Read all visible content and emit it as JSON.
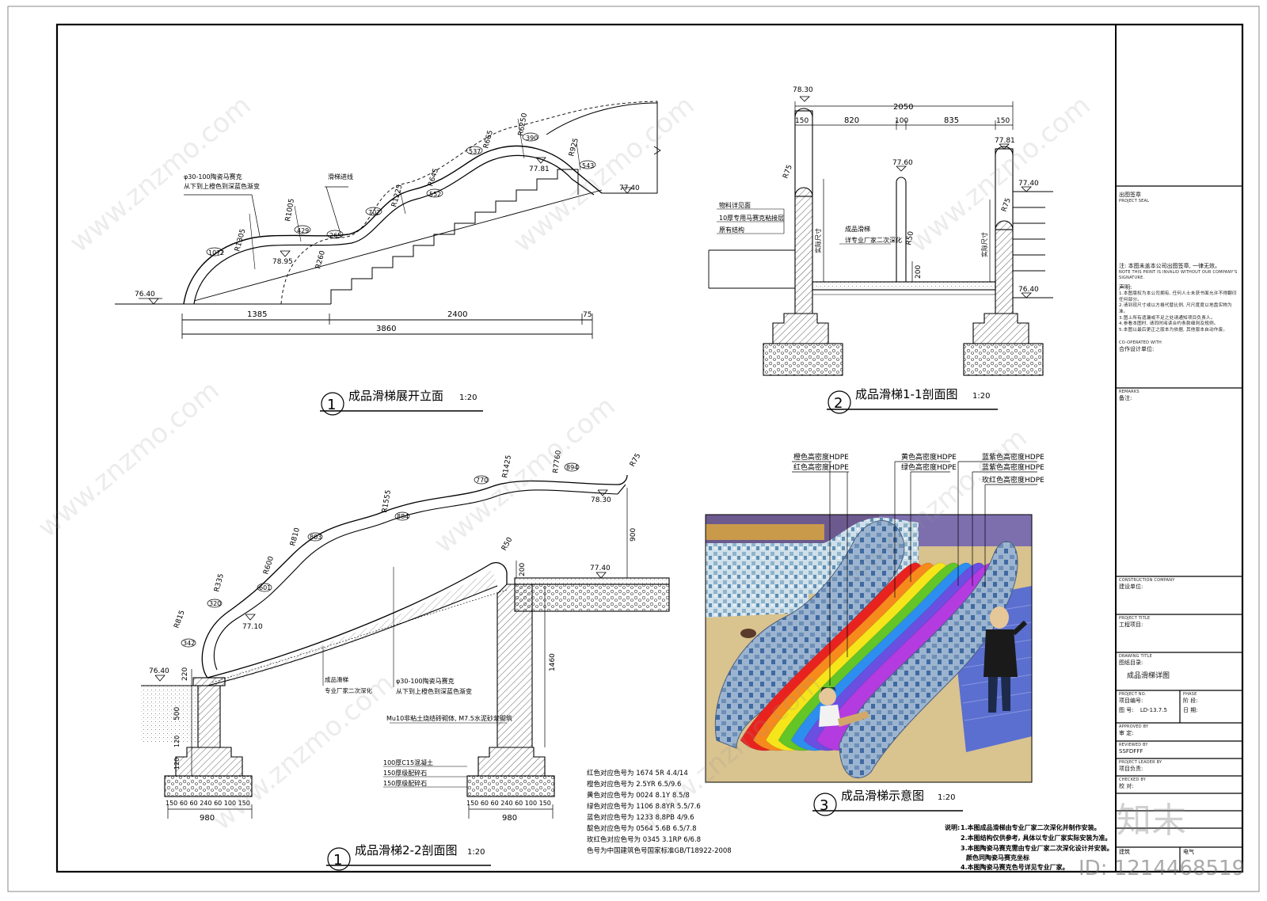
{
  "drawing1": {
    "num": "1",
    "title": "成品滑梯展开立面",
    "scale": "1:20",
    "labels": {
      "mosaic1": "φ30-100陶瓷马赛克",
      "mosaic2": "从下到上橙色到深蓝色渐变",
      "slidepath": "滑梯进线",
      "r1305": "R1305",
      "r1005": "R1005",
      "r260": "R260",
      "r1225": "R1225",
      "r645": "R645",
      "r665": "R665",
      "r6250": "R6250",
      "r925": "R925",
      "a1072": "1072",
      "a429": "429",
      "a265": "265",
      "a702": "702",
      "a552": "552",
      "a537": "537",
      "a390": "390",
      "a543": "543",
      "e7640": "76.40",
      "e7895": "78.95",
      "e7781": "77.81",
      "e7740": "77.40",
      "d1385": "1385",
      "d2400": "2400",
      "d75": "75",
      "d3860": "3860"
    }
  },
  "drawing2": {
    "num": "2",
    "title": "成品滑梯1-1剖面图",
    "scale": "1:20",
    "labels": {
      "e7830": "78.30",
      "e7760": "77.60",
      "e7781": "77.81",
      "e7740": "77.40",
      "e7640": "76.40",
      "d2050": "2050",
      "d150a": "150",
      "d820": "820",
      "d100": "100",
      "d835": "835",
      "d150b": "150",
      "r75a": "R75",
      "r75b": "R75",
      "r50": "R50",
      "d200": "200",
      "l1": "物料详见面",
      "l2": "10厚专用马赛克粘接层",
      "l3": "原有结构",
      "l4": "成品滑梯",
      "l5": "详专业厂家二次深化",
      "l6": "实际尺寸",
      "l7": "实际尺寸"
    }
  },
  "drawing3": {
    "num": "1",
    "title": "成品滑梯2-2剖面图",
    "scale": "1:20",
    "labels": {
      "r815": "R815",
      "r335": "R335",
      "r600": "R600",
      "r810": "R810",
      "r1555": "R1555",
      "r1425": "R1425",
      "r7760": "R7760",
      "r75": "R75",
      "r50": "R50",
      "a342": "342",
      "a320": "320",
      "a601": "601",
      "a803": "803",
      "a884": "884",
      "a770": "770",
      "a894": "894",
      "e7640": "76.40",
      "e7710": "77.10",
      "e7830": "78.30",
      "e7740": "77.40",
      "d220": "220",
      "d500": "500",
      "d120a": "120",
      "d120b": "120",
      "d900": "900",
      "d200": "200",
      "d1460": "1460",
      "d980a": "980",
      "d980b": "980",
      "foot": "150 60 60 240 60 100 150",
      "l1": "成品滑梯",
      "l2": "专业厂家二次深化",
      "l3": "φ30-100陶瓷马赛克",
      "l4": "从下到上橙色到深蓝色渐变",
      "l5": "Mu10非粘土烧结砖砌体, M7.5水泥砂浆砌筑",
      "l6": "100厚C15混凝土",
      "l7": "150厚级配碎石",
      "l8": "150厚级配碎石"
    },
    "colors_note": [
      "红色对应色号为 1674 5R 4.4/14",
      "橙色对应色号为 2.5YR 6.5/9.6",
      "黄色对应色号为 0024 8.1Y 8.5/8",
      "绿色对应色号为 1106 8.8YR 5.5/7.6",
      "蓝色对应色号为 1233 8.8PB 4/9.6",
      "靛色对应色号为 0564 5.6B 6.5/7.8",
      "玫红色对应色号为 0345 3.1RP 6/6.8",
      "色号为中国建筑色号国家标准GB/T18922-2008"
    ]
  },
  "drawing4": {
    "num": "3",
    "title": "成品滑梯示意图",
    "scale": "1:20",
    "callouts": [
      "橙色高密度HDPE",
      "红色高密度HDPE",
      "黄色高密度HDPE",
      "绿色高密度HDPE",
      "蓝紫色高密度HDPE",
      "蓝紫色高密度HDPE",
      "玫红色高密度HDPE"
    ],
    "rainbow": [
      "#e8231f",
      "#f78a1d",
      "#f6e51b",
      "#63c526",
      "#2d8ef0",
      "#6b4fe0",
      "#b33be0"
    ]
  },
  "notes": {
    "head": "说明:",
    "items": [
      "1.本图成品滑梯由专业厂家二次深化并制作安装。",
      "2.本图结构仅供参考, 具体以专业厂家实际安装为准。",
      "3.本图陶瓷马赛克需由专业厂家二次深化设计并安装。",
      "颜色同陶瓷马赛克坐标",
      "4.本图陶瓷马赛克色号详见专业厂家。"
    ]
  },
  "titleblock": {
    "seal_cn": "出图签章",
    "seal_en": "PROJECT SEAL",
    "note1": "注: 本图未盖本公司出图签章, 一律无效。",
    "note1_en": "NOTE THIS PRINT IS INVALID WITHOUT OUR COMPANY'S SIGNATURE.",
    "decl": "声明:",
    "decl_items": [
      "1.本图版权为本公司拥有, 任何人士未获书面允许不得翻印任何部分。",
      "2.请到现尺寸或以方格代替比例, 尺尺度度以地盘实物为准。",
      "3.图上所有遗漏或不足之处请通知项目负责人。",
      "4.参看本图时, 请同时阅读合约条款细则及规例。",
      "5.本图以最后更正之版本为依据, 其他版本自动作废。"
    ],
    "coop_en": "CO-OPERATED WITH",
    "coop": "合作设计单位:",
    "remarks_en": "REMARKS",
    "remarks": "备注:",
    "constr_en": "CONSTRUCTION COMPANY",
    "constr": "建设单位:",
    "proj_en": "PROJECT TITLE",
    "proj": "工程项目:",
    "dtitle_en": "DRAWING TITLE",
    "dtitle": "图纸目录:",
    "dname": "成品滑梯详图",
    "projno_en": "PROJECT NO.",
    "projno": "项目编号:",
    "phase_en": "PHASE",
    "phase": "阶 段:",
    "drawno": "图 号:",
    "drawno_val": "LD-13.7.5",
    "date": "日 期:",
    "approved_en": "APPROVED BY",
    "approved": "审 定:",
    "reviewed_en": "REVIEWED BY",
    "reviewed": "SSFDFFF",
    "leader_en": "PROJECT LEADER BY",
    "leader": "项目负责:",
    "checked_en": "CHECKED BY",
    "checked": "校 对:",
    "arch": "建筑",
    "elec": "电气",
    "logo": "知末",
    "idtag": "ID: 1214468519"
  }
}
